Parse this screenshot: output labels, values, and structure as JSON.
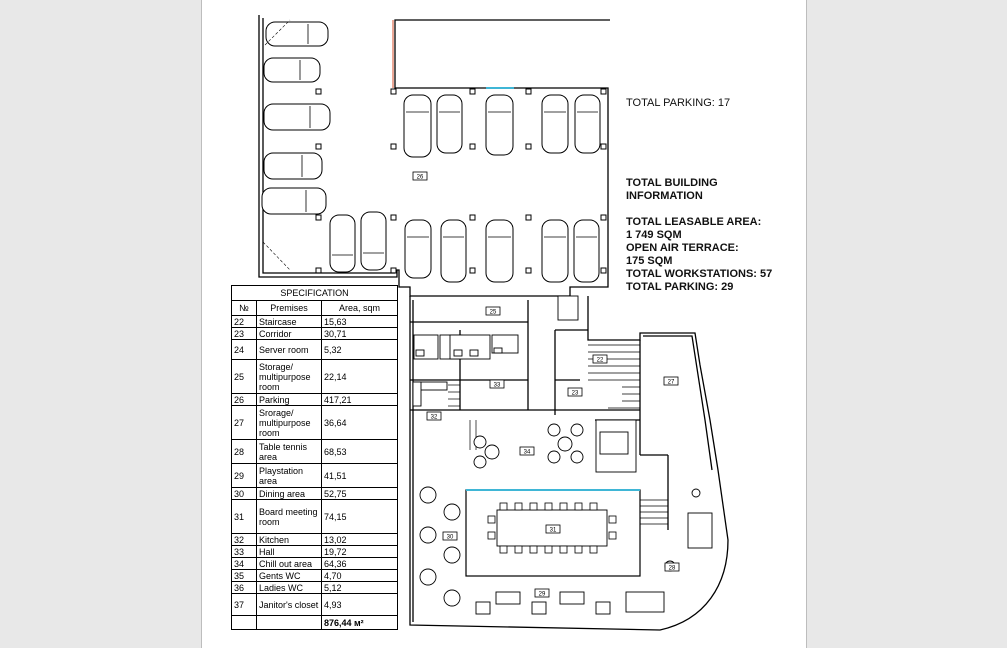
{
  "parking_note": "TOTAL PARKING: 17",
  "building_info": {
    "heading_line1": "TOTAL BUILDING",
    "heading_line2": "INFORMATION",
    "leasable_label": "TOTAL LEASABLE AREA:",
    "leasable_value": "1 749 SQM",
    "terrace_label": "OPEN AIR TERRACE:",
    "terrace_value": "175 SQM",
    "workstations": "TOTAL WORKSTATIONS: 57",
    "parking": "TOTAL PARKING: 29"
  },
  "specification": {
    "title": "SPECIFICATION",
    "headers": [
      "№",
      "Premises",
      "Area, sqm"
    ],
    "rows": [
      {
        "n": "22",
        "name": "Staircase",
        "area": "15,63"
      },
      {
        "n": "23",
        "name": "Corridor",
        "area": "30,71"
      },
      {
        "n": "24",
        "name": "Server room",
        "area": "5,32"
      },
      {
        "n": "25",
        "name": "Storage/ multipurpose room",
        "area": "22,14"
      },
      {
        "n": "26",
        "name": "Parking",
        "area": "417,21"
      },
      {
        "n": "27",
        "name": "Srorage/ multipurpose room",
        "area": "36,64"
      },
      {
        "n": "28",
        "name": "Table tennis area",
        "area": "68,53"
      },
      {
        "n": "29",
        "name": "Playstation area",
        "area": "41,51"
      },
      {
        "n": "30",
        "name": "Dining area",
        "area": "52,75"
      },
      {
        "n": "31",
        "name": "Board meeting room",
        "area": "74,15"
      },
      {
        "n": "32",
        "name": "Kitchen",
        "area": "13,02"
      },
      {
        "n": "33",
        "name": "Hall",
        "area": "19,72"
      },
      {
        "n": "34",
        "name": "Chill out area",
        "area": "64,36"
      },
      {
        "n": "35",
        "name": "Gents WC",
        "area": "4,70"
      },
      {
        "n": "36",
        "name": "Ladies WC",
        "area": "5,12"
      },
      {
        "n": "37",
        "name": "Janitor's closet",
        "area": "4,93"
      }
    ],
    "total": "876,44 м²"
  },
  "room_tags": [
    "26",
    "25",
    "22",
    "23",
    "27",
    "32",
    "33",
    "34",
    "31",
    "30",
    "29",
    "28"
  ]
}
